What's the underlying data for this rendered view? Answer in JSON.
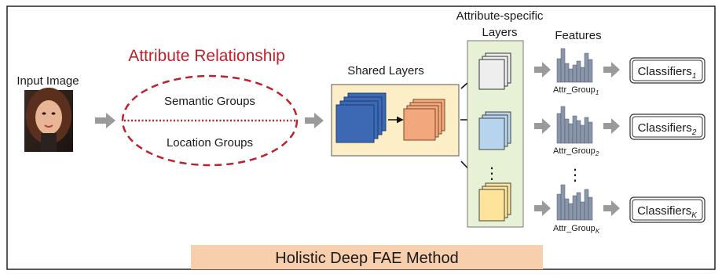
{
  "input": {
    "label": "Input Image"
  },
  "relationship": {
    "title": "Attribute Relationship",
    "semantic": "Semantic Groups",
    "location": "Location Groups"
  },
  "shared": {
    "label": "Shared Layers"
  },
  "specific": {
    "label_line1": "Attribute-specific",
    "label_line2": "Layers"
  },
  "features": {
    "label": "Features"
  },
  "groups": [
    {
      "attr_base": "Attr_Group",
      "attr_sub": "1",
      "classifier_base": "Classifiers",
      "classifier_sub": "1"
    },
    {
      "attr_base": "Attr_Group",
      "attr_sub": "2",
      "classifier_base": "Classifiers",
      "classifier_sub": "2"
    },
    {
      "attr_base": "Attr_Group",
      "attr_sub": "K",
      "classifier_base": "Classifiers",
      "classifier_sub": "K"
    }
  ],
  "ellipsis": "⋮",
  "method": {
    "title": "Holistic Deep FAE Method"
  },
  "colors": {
    "relationship_red": "#c0202a",
    "shared_bg": "#fcefc8",
    "specific_bg": "#e6f1d6",
    "blue_dark": "#3d68b4",
    "orange": "#f2a87c",
    "gray_block": "#eeeeee",
    "light_blue": "#b7d4ee",
    "yellow": "#fde49a",
    "arrow_gray": "#9a9a9a",
    "histogram": "#8a96aa",
    "method_bg": "#f8cfac"
  }
}
